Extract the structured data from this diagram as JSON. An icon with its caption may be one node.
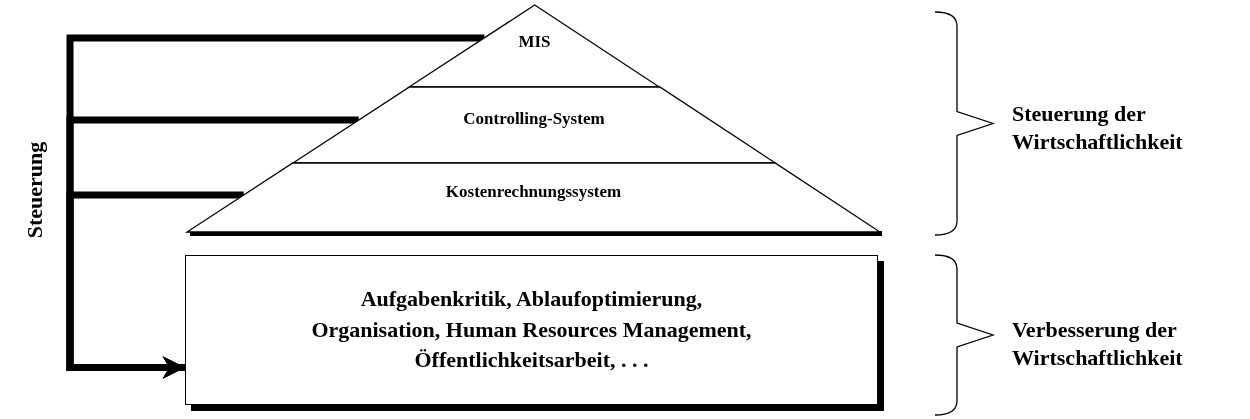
{
  "diagram": {
    "nodes": [
      {
        "text": [
          "MIS"
        ]
      },
      {
        "text": [
          "Controlling-System"
        ]
      },
      {
        "text": [
          "Kostenrechnungssystem"
        ]
      },
      {
        "text": [
          "Aufgabenkritik, Ablaufoptimierung, Organisation, Human Resources Management, Öffentlichkeitsarbeit, . . ."
        ]
      }
    ],
    "edges": [
      {
        "from": 0,
        "to": 3,
        "arrow": "to"
      },
      {
        "from": 1,
        "to": 3,
        "arrow": "to"
      },
      {
        "from": 2,
        "to": 3,
        "arrow": "to"
      }
    ],
    "labels": [
      "Steuerung",
      "Steuerung der Wirtschaftlichkeit",
      "Verbesserung der Wirtschaftlichkeit"
    ]
  }
}
